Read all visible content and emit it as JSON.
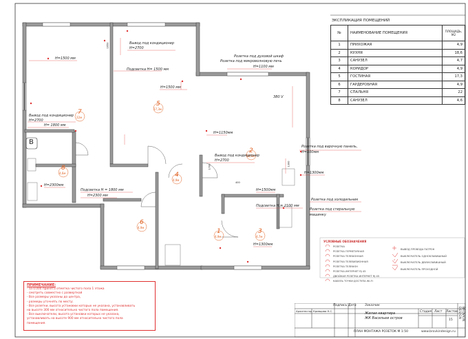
{
  "explication": {
    "title": "ЭКСПЛИКАЦИЯ ПОМЕЩЕНИЙ",
    "headers": {
      "num": "№",
      "name": "НАИМЕНОВАНИЕ ПОМЕЩЕНИЯ",
      "area": "ПЛОЩАДЬ, М2"
    },
    "rows": [
      {
        "num": "1",
        "name": "ПРИХОЖАЯ",
        "area": "4,9"
      },
      {
        "num": "2",
        "name": "КУХНЯ",
        "area": "18,6"
      },
      {
        "num": "3",
        "name": "САНУЗЕЛ",
        "area": "4,7"
      },
      {
        "num": "4",
        "name": "КОРИДОР",
        "area": "4,9"
      },
      {
        "num": "5",
        "name": "ГОСТИНАЯ",
        "area": "17,3"
      },
      {
        "num": "6",
        "name": "ГАРДЕРОБНАЯ",
        "area": "4,9"
      },
      {
        "num": "7",
        "name": "СПАЛЬНЯ",
        "area": "22"
      },
      {
        "num": "8",
        "name": "САНУЗЕЛ",
        "area": "4,6"
      }
    ]
  },
  "rooms": [
    {
      "num": "1",
      "area": "4,9м"
    },
    {
      "num": "2",
      "area": "18,6м"
    },
    {
      "num": "3",
      "area": "4,7м"
    },
    {
      "num": "4",
      "area": "4,9м"
    },
    {
      "num": "5",
      "area": "17,3м"
    },
    {
      "num": "6",
      "area": "4,9м"
    },
    {
      "num": "7",
      "area": "22м"
    },
    {
      "num": "8",
      "area": "4,6м"
    }
  ],
  "plan_notes": {
    "vyvod_kond_top": "Вывод под кондиционер",
    "h2700_top": "Н=2700",
    "h1500_topleft": "Н=1500 мм",
    "podsvetka_1500": "Подсветка Н= 1500 мм",
    "h1500_mid": "Н=1500 мм",
    "rozetka_duh": "Розетка под духовой шкаф",
    "rozetka_mikro": "Розетка под микроволновую печь",
    "h1100": "Н=1100 мм",
    "v380": "380 V",
    "vyvod_kond_left": "Вывод под кондиционер",
    "h2700_left": "Н=2700",
    "h1800_left": "Н= 1800 мм",
    "h1150": "Н=1150мм",
    "vyvod_kond_kitchen": "Вывод под кондиционер",
    "h2700_kitchen": "Н=2700",
    "rozetka_panel": "Розетка под варочную панель,",
    "h100": "Н=100мм",
    "h2300_bath": "Н=2300мм",
    "podsvetka_1800": "Подсветка Н = 1800 мм",
    "h2300_corr": "Н=2300 мм",
    "h1300_right": "Н=1300мм",
    "h1500_kitchen": "Н=1500мм",
    "rozetka_holod": "Розетка под холодильник",
    "podsvetka_2100": "Подсветка Н = 2100 мм",
    "rozetka_stiral": "Розетка под стиральную",
    "mashinu": "машинку",
    "h1300_bottom": "Н=1300мм",
    "b_label": "B",
    "dim_400": "400",
    "dim_1700": "1700",
    "dim_1650": "1650",
    "dim_1300": "1300"
  },
  "legend": {
    "title": "УСЛОВНЫЕ ОБОЗНАЧЕНИЯ",
    "left": [
      "РОЗЕТКА",
      "РОЗЕТКА ГЕРМЕТИЧНАЯ",
      "РОЗЕТКА ТЕЛЕФОННАЯ",
      "РОЗЕТКА ТЕЛЕВИЗИОННАЯ",
      "РОЗЕТКА ТЕЛЕФОН",
      "РОЗЕТКА ИНТЕРНЕТ RJ 45",
      "ДВОЙНАЯ РОЗЕТКА ИНТЕРНЕТ RJ 45",
      "КАБЕЛЬ ТОЧКИ ДОСТУПА WI-FI"
    ],
    "right": [
      "ВЫВОД ПРОВОДА ПАТРОН",
      "ВЫКЛЮЧАТЕЛЬ ОДНОКЛАВИШНЫЙ",
      "ВЫКЛЮЧАТЕЛЬ ДВУХКЛАВИШНЫЙ",
      "ВЫКЛЮЧАТЕЛЬ ПРОХОДНОЙ"
    ]
  },
  "notes": {
    "title": "ПРИМЕЧАНИЕ:",
    "lines": [
      "- за 0.000 принята отметка чистого пола 1 этажа",
      "- смотреть совместно с разверткой",
      "- Все размеры указаны до центра,",
      "- размеры уточнять по месту;",
      "- Все розетки, высота установки которых не указана, устанавливать",
      "на высоте 300 мм относительно чистого пола помещения.",
      "- Все выключатели, высота установки которых не указана,",
      "устанавливать на высоте 900 мм относительно чистого пола",
      "помещения."
    ]
  },
  "title_block": {
    "podpis": "Подпись",
    "data": "Дата",
    "zakazchik": "Заказчик",
    "role": "Архитектор",
    "author": "Кривцова Н.С.",
    "object1": "Жилая квартира",
    "object2": "ЖК Васильев остров",
    "stadia": "Стадия",
    "list": "Лист",
    "listov": "Листов",
    "listov_val": "15",
    "sheet_name": "ПЛАН МОНТАЖА РОЗЕТОК М 1:50",
    "site": "www.brovkindesign.ru",
    "logo": "BROVKIN DESIGN"
  }
}
